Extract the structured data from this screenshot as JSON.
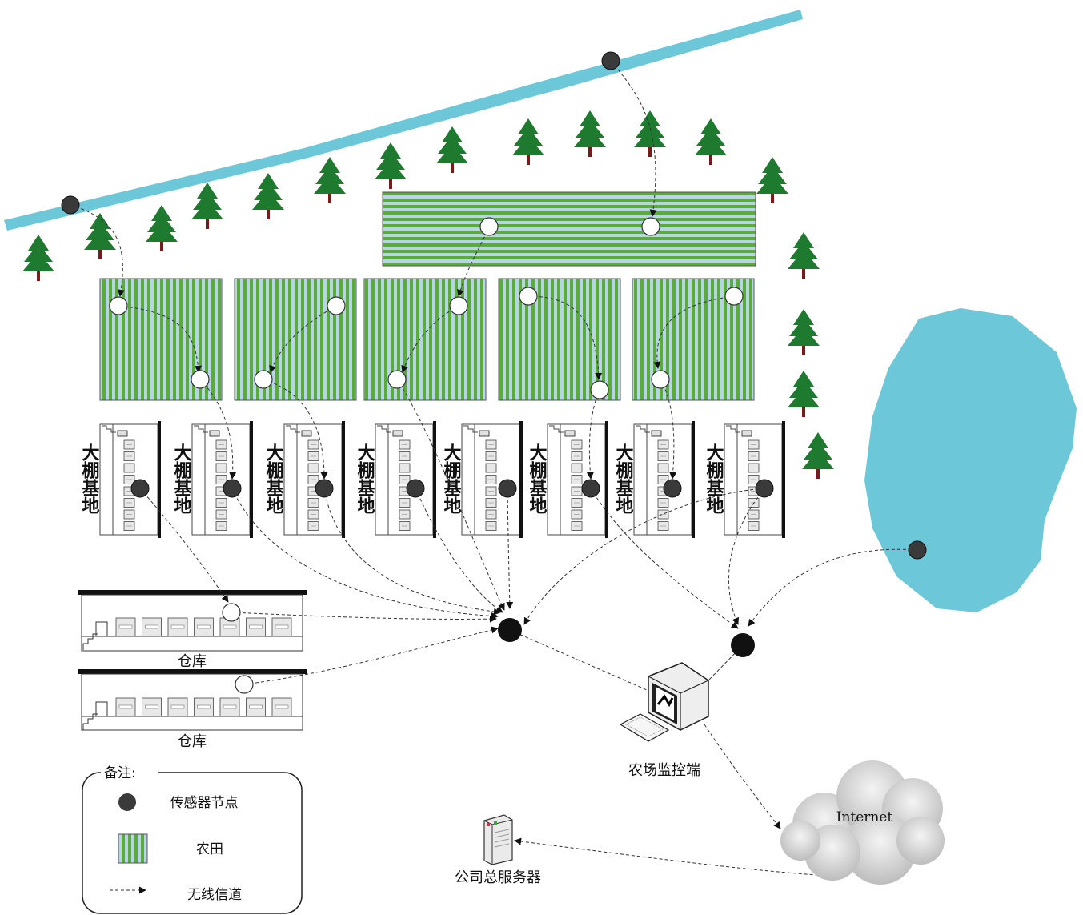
{
  "greenhouse_label": "大棚基地",
  "warehouse_label": "仓库",
  "farm_monitor_label": "农场监控端",
  "company_server_label": "公司总服务器",
  "internet_label": "Internet",
  "legend": {
    "title": "备注:",
    "sensor_node": "传感器节点",
    "farmland": "农田",
    "wireless_channel": "无线信道"
  },
  "colors": {
    "river": "#6cc8d8",
    "lake": "#6cc8d8",
    "tree": "#1e7a2e",
    "trunk": "#7a1a1a",
    "field_stripe_a": "#5aaa3c",
    "field_stripe_b": "#b9d3e8",
    "node_dark": "#3a3a3a",
    "node_light": "#ffffff"
  }
}
